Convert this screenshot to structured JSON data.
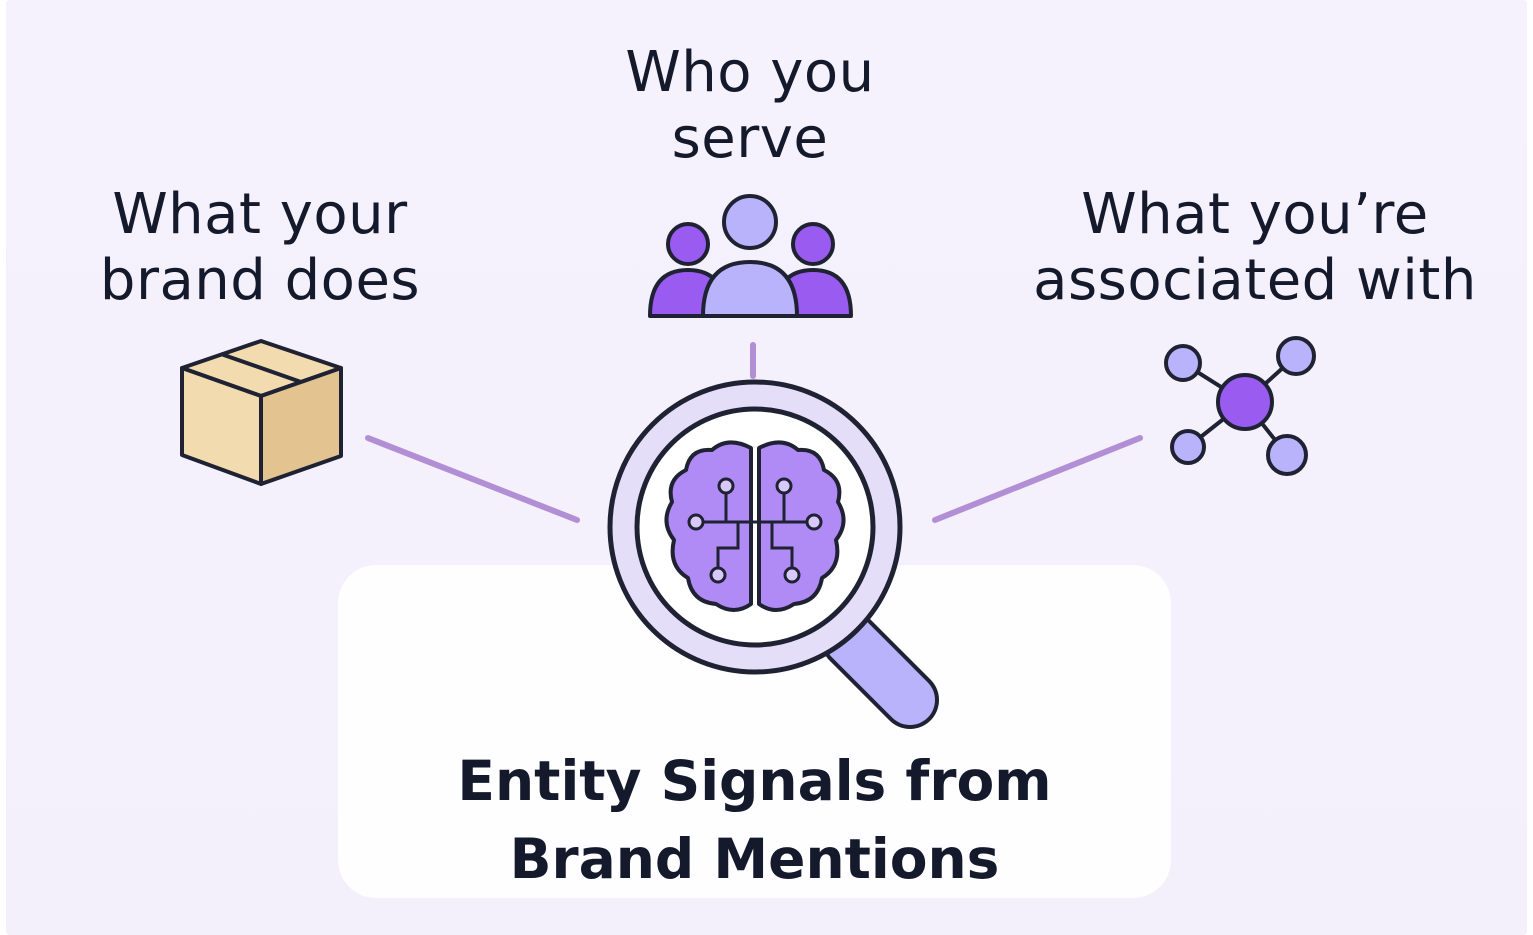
{
  "labels": {
    "serve": "Who you\nserve",
    "does": "What your\nbrand does",
    "associated": "What you’re\nassociated with"
  },
  "caption": "Entity Signals from\nBrand Mentions",
  "icons": {
    "serve": "people-group-icon",
    "does": "box-icon",
    "associated": "network-nodes-icon",
    "center": "magnifier-brain-icon"
  },
  "colors": {
    "text": "#14192b",
    "connector": "#b28fd4",
    "purple": "#9a5bf0",
    "lavender": "#b9b3fb",
    "box": "#f3dbb0",
    "outline": "#1f2233"
  }
}
